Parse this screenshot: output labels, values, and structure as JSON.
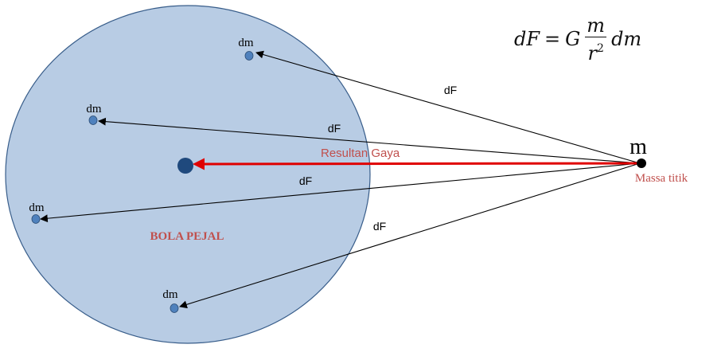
{
  "colors": {
    "sphere_fill": "#b8cce4",
    "sphere_stroke": "#385d8a",
    "dm_fill": "#4f81bd",
    "center_fill": "#1f497d",
    "resultant": "#e00000",
    "label_red": "#c0504d"
  },
  "formula": {
    "lhs": "dF",
    "equals": "=",
    "const": "G",
    "numerator": "m",
    "denominator": "r",
    "exponent": "2",
    "tail": "dm"
  },
  "point_mass": {
    "symbol": "m",
    "label": "Massa titik"
  },
  "sphere": {
    "label": "BOLA PEJAL"
  },
  "resultant": {
    "label": "Resultan Gaya"
  },
  "elements": [
    {
      "label": "dm",
      "force_label": "dF"
    },
    {
      "label": "dm",
      "force_label": "dF"
    },
    {
      "label": "dm",
      "force_label": "dF"
    },
    {
      "label": "dm",
      "force_label": "dF"
    }
  ]
}
